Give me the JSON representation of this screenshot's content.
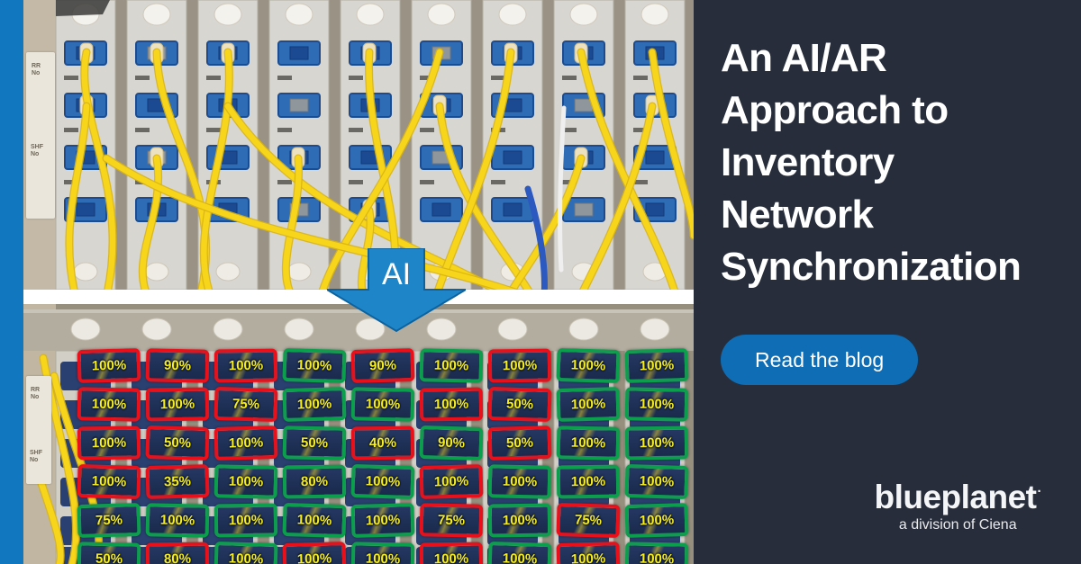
{
  "arrow": {
    "label": "AI"
  },
  "photo_labels": {
    "rr": "RR\nNo",
    "shf": "SHF\nNo"
  },
  "ar_grid": {
    "rows": [
      [
        {
          "v": "100%",
          "s": "red"
        },
        {
          "v": "90%",
          "s": "red"
        },
        {
          "v": "100%",
          "s": "red"
        },
        {
          "v": "100%",
          "s": "green"
        },
        {
          "v": "90%",
          "s": "red"
        },
        {
          "v": "100%",
          "s": "green"
        },
        {
          "v": "100%",
          "s": "red"
        },
        {
          "v": "100%",
          "s": "green"
        },
        {
          "v": "100%",
          "s": "green"
        }
      ],
      [
        {
          "v": "100%",
          "s": "red"
        },
        {
          "v": "100%",
          "s": "red"
        },
        {
          "v": "75%",
          "s": "red"
        },
        {
          "v": "100%",
          "s": "green"
        },
        {
          "v": "100%",
          "s": "green"
        },
        {
          "v": "100%",
          "s": "red"
        },
        {
          "v": "50%",
          "s": "red"
        },
        {
          "v": "100%",
          "s": "green"
        },
        {
          "v": "100%",
          "s": "green"
        }
      ],
      [
        {
          "v": "100%",
          "s": "red"
        },
        {
          "v": "50%",
          "s": "red"
        },
        {
          "v": "100%",
          "s": "red"
        },
        {
          "v": "50%",
          "s": "green"
        },
        {
          "v": "40%",
          "s": "red"
        },
        {
          "v": "90%",
          "s": "green"
        },
        {
          "v": "50%",
          "s": "red"
        },
        {
          "v": "100%",
          "s": "green"
        },
        {
          "v": "100%",
          "s": "green"
        }
      ],
      [
        {
          "v": "100%",
          "s": "red"
        },
        {
          "v": "35%",
          "s": "red"
        },
        {
          "v": "100%",
          "s": "green"
        },
        {
          "v": "80%",
          "s": "green"
        },
        {
          "v": "100%",
          "s": "green"
        },
        {
          "v": "100%",
          "s": "red"
        },
        {
          "v": "100%",
          "s": "green"
        },
        {
          "v": "100%",
          "s": "green"
        },
        {
          "v": "100%",
          "s": "green"
        }
      ],
      [
        {
          "v": "75%",
          "s": "green"
        },
        {
          "v": "100%",
          "s": "green"
        },
        {
          "v": "100%",
          "s": "green"
        },
        {
          "v": "100%",
          "s": "green"
        },
        {
          "v": "100%",
          "s": "green"
        },
        {
          "v": "75%",
          "s": "red"
        },
        {
          "v": "100%",
          "s": "green"
        },
        {
          "v": "75%",
          "s": "red"
        },
        {
          "v": "100%",
          "s": "green"
        }
      ],
      [
        {
          "v": "50%",
          "s": "green"
        },
        {
          "v": "80%",
          "s": "red"
        },
        {
          "v": "100%",
          "s": "green"
        },
        {
          "v": "100%",
          "s": "red"
        },
        {
          "v": "100%",
          "s": "green"
        },
        {
          "v": "100%",
          "s": "red"
        },
        {
          "v": "100%",
          "s": "green"
        },
        {
          "v": "100%",
          "s": "red"
        },
        {
          "v": "100%",
          "s": "green"
        }
      ]
    ]
  },
  "side": {
    "title_lines": [
      "An AI/AR",
      "Approach to",
      "Inventory",
      "Network",
      "Synchronization"
    ],
    "cta_label": "Read the blog",
    "logo_word": "blueplanet",
    "logo_mark": "·",
    "logo_tagline": "a division of Ciena"
  },
  "colors": {
    "accent_stripe": "#1177bf",
    "arrow_blue": "#1e86c8",
    "button_blue": "#0e6db4",
    "panel_bg": "#272d3b",
    "badge_red": "#e8111b",
    "badge_green": "#0c9e4d",
    "badge_text_yellow": "#f6ef1c",
    "cable_yellow": "#f6d51b",
    "divider_white": "#ffffff"
  }
}
